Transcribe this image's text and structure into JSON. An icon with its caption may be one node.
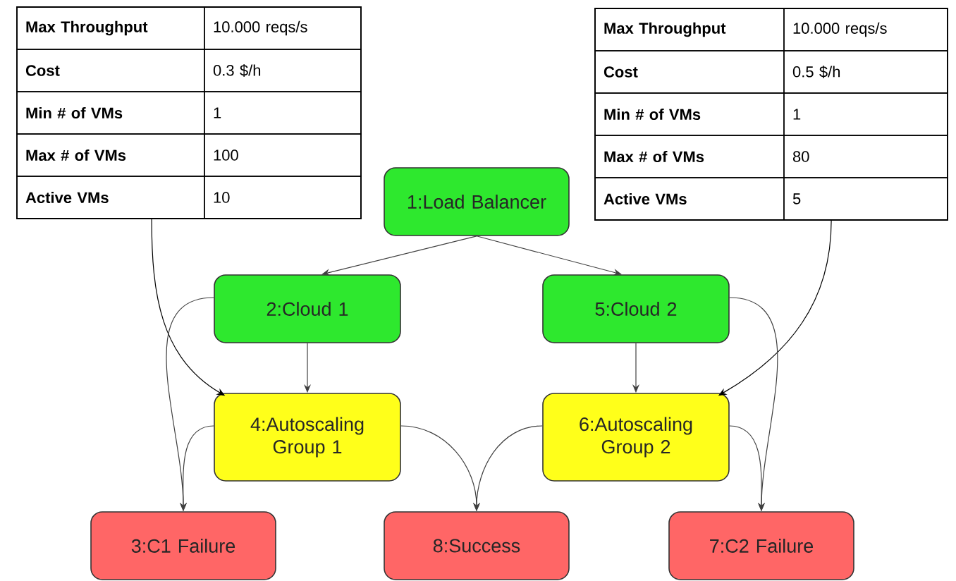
{
  "diagram": {
    "nodes": [
      {
        "text": [
          "Max Throughput",
          "10.000 reqs/s",
          "Cost",
          "0.3 $/h",
          "Min # of VMs",
          "1",
          "Max # of VMs",
          "100",
          "Active VMs",
          "10"
        ]
      },
      {
        "text": [
          "Max Throughput",
          "10.000 reqs/s",
          "Cost",
          "0.5 $/h",
          "Min # of VMs",
          "1",
          "Max # of VMs",
          "80",
          "Active VMs",
          "5"
        ]
      },
      {
        "text": [
          "1:Load Balancer"
        ]
      },
      {
        "text": [
          "2:Cloud 1"
        ]
      },
      {
        "text": [
          "5:Cloud 2"
        ]
      },
      {
        "text": [
          "4:Autoscaling Group 1"
        ]
      },
      {
        "text": [
          "6:Autoscaling Group 2"
        ]
      },
      {
        "text": [
          "3:C1 Failure"
        ]
      },
      {
        "text": [
          "8:Success"
        ]
      },
      {
        "text": [
          "7:C2 Failure"
        ]
      }
    ],
    "edges": [
      {
        "from": 2,
        "to": 3,
        "arrow": "to"
      },
      {
        "from": 2,
        "to": 4,
        "arrow": "to"
      },
      {
        "from": 0,
        "to": 5,
        "arrow": "to",
        "color": "#000000"
      },
      {
        "from": 1,
        "to": 6,
        "arrow": "to",
        "color": "#000000"
      },
      {
        "from": 3,
        "to": 5,
        "arrow": "to"
      },
      {
        "from": 4,
        "to": 6,
        "arrow": "to"
      },
      {
        "from": 3,
        "to": 7,
        "arrow": "to"
      },
      {
        "from": 5,
        "to": 7,
        "arrow": "to"
      },
      {
        "from": 5,
        "to": 8,
        "arrow": "to"
      },
      {
        "from": 6,
        "to": 8,
        "arrow": "to"
      },
      {
        "from": 4,
        "to": 9,
        "arrow": "to"
      },
      {
        "from": 6,
        "to": 9,
        "arrow": "to"
      }
    ]
  }
}
